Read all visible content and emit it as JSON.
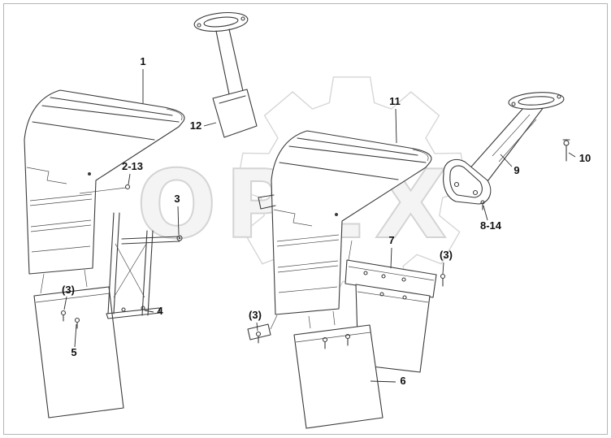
{
  "figure": {
    "watermark_text": "OPEX",
    "ink_color": "#3a3a3a",
    "watermark_color": "#d6d6d6",
    "background": "#ffffff",
    "border_color": "#b5b5b5"
  },
  "callouts": [
    {
      "label": "1"
    },
    {
      "label": "12"
    },
    {
      "label": "2-13"
    },
    {
      "label": "3"
    },
    {
      "label": "11"
    },
    {
      "label": "9"
    },
    {
      "label": "10"
    },
    {
      "label": "8-14"
    },
    {
      "label": "7"
    },
    {
      "label": "(3)"
    },
    {
      "label": "(3)"
    },
    {
      "label": "4"
    },
    {
      "label": "5"
    },
    {
      "label": "(3)"
    },
    {
      "label": "6"
    }
  ]
}
